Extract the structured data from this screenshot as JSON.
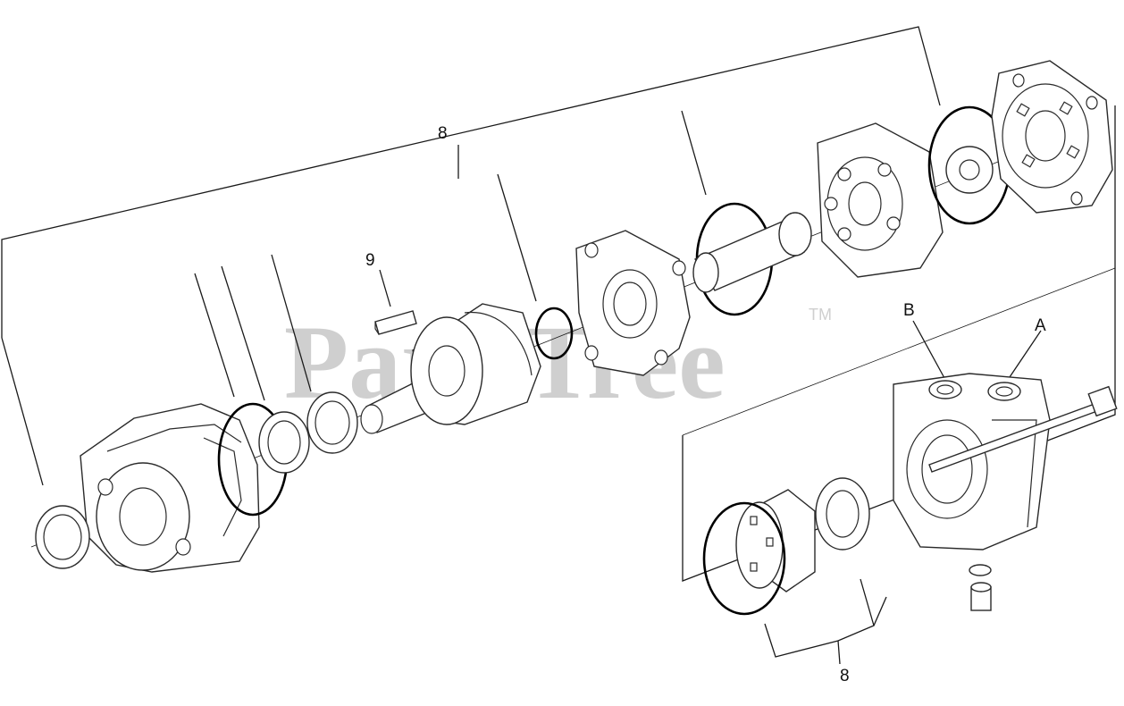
{
  "watermark": {
    "text": "PartsTree",
    "trademark": "TM"
  },
  "callouts": {
    "label_8_top": "8",
    "label_9": "9",
    "label_b": "B",
    "label_a": "A",
    "label_8_bottom": "8"
  },
  "parts": [
    "front-housing",
    "shaft-seal",
    "o-ring-large",
    "thrust-washer",
    "dust-seal",
    "key",
    "output-shaft-assembly",
    "o-ring-small",
    "bearing-plate",
    "o-ring-drive",
    "drive-link",
    "gerotor-set",
    "o-ring-end",
    "gerotor-star",
    "end-cover",
    "valve-housing",
    "port-a",
    "port-b",
    "housing-bolt",
    "valve-plate",
    "o-ring-valve",
    "spacer-ring",
    "check-plug"
  ]
}
